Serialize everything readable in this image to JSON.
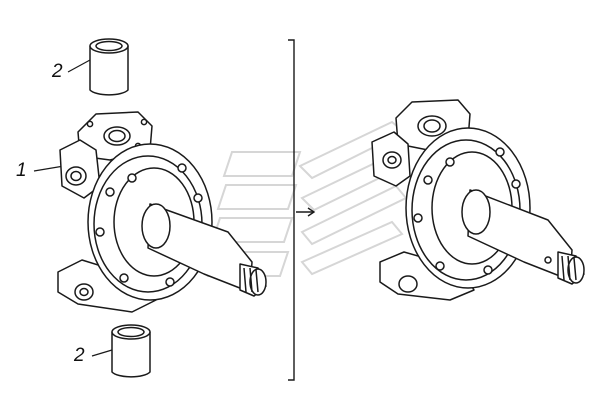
{
  "callouts": [
    {
      "id": "part-1",
      "label": "1"
    },
    {
      "id": "part-2-top",
      "label": "2"
    },
    {
      "id": "part-2-bottom",
      "label": "2"
    }
  ],
  "colors": {
    "ink": "#1a1a1a",
    "watermark": "#d6d6d6",
    "background": "#ffffff"
  },
  "icons": {
    "watermark": "logo-watermark"
  }
}
